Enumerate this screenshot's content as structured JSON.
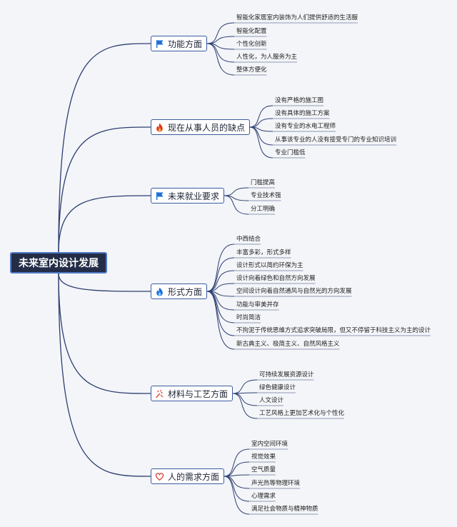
{
  "root": {
    "title": "未来室内设计发展"
  },
  "branches": [
    {
      "label": "功能方面",
      "icon": "blue-flag-icon",
      "items": [
        "智能化家居室内装饰为人们提供舒适的生活服",
        "智能化配置",
        "个性化创新",
        "人性化，为人服务为主",
        "整体方便化"
      ]
    },
    {
      "label": "现在从事人员的缺点",
      "icon": "red-fire-icon",
      "items": [
        "没有严格的施工图",
        "没有具体的施工方案",
        "没有专业的水电工程师",
        "从事该专业的人没有接受专门的专业知识培训",
        "专业门槛低"
      ]
    },
    {
      "label": "未来就业要求",
      "icon": "blue-flag-icon",
      "items": [
        "门槛提高",
        "专业技术强",
        "分工明确"
      ]
    },
    {
      "label": "形式方面",
      "icon": "blue-fire-icon",
      "items": [
        "中西结合",
        "丰富多彩，形式多样",
        "设计形式以简约环保为主",
        "设计向着绿色和自然方向发展",
        "空间设计向着自然通风与自然光的方向发展",
        "功能与审美并存",
        "时尚简洁",
        "不拘泥于传统思维方式追求突破局限，但又不停留于科技主义为主的设计",
        "新古典主义、极简主义、自然风格主义"
      ]
    },
    {
      "label": "材料与工艺方面",
      "icon": "sparkle-icon",
      "items": [
        "可持续发展资源设计",
        "绿色健康设计",
        "人文设计",
        "工艺风格上更加艺术化与个性化"
      ]
    },
    {
      "label": "人的需求方面",
      "icon": "heart-icon",
      "items": [
        "室内空间环境",
        "视觉效果",
        "空气质量",
        "声光热等物理环境",
        "心理需求",
        "满足社会物质与精神物质"
      ]
    }
  ]
}
